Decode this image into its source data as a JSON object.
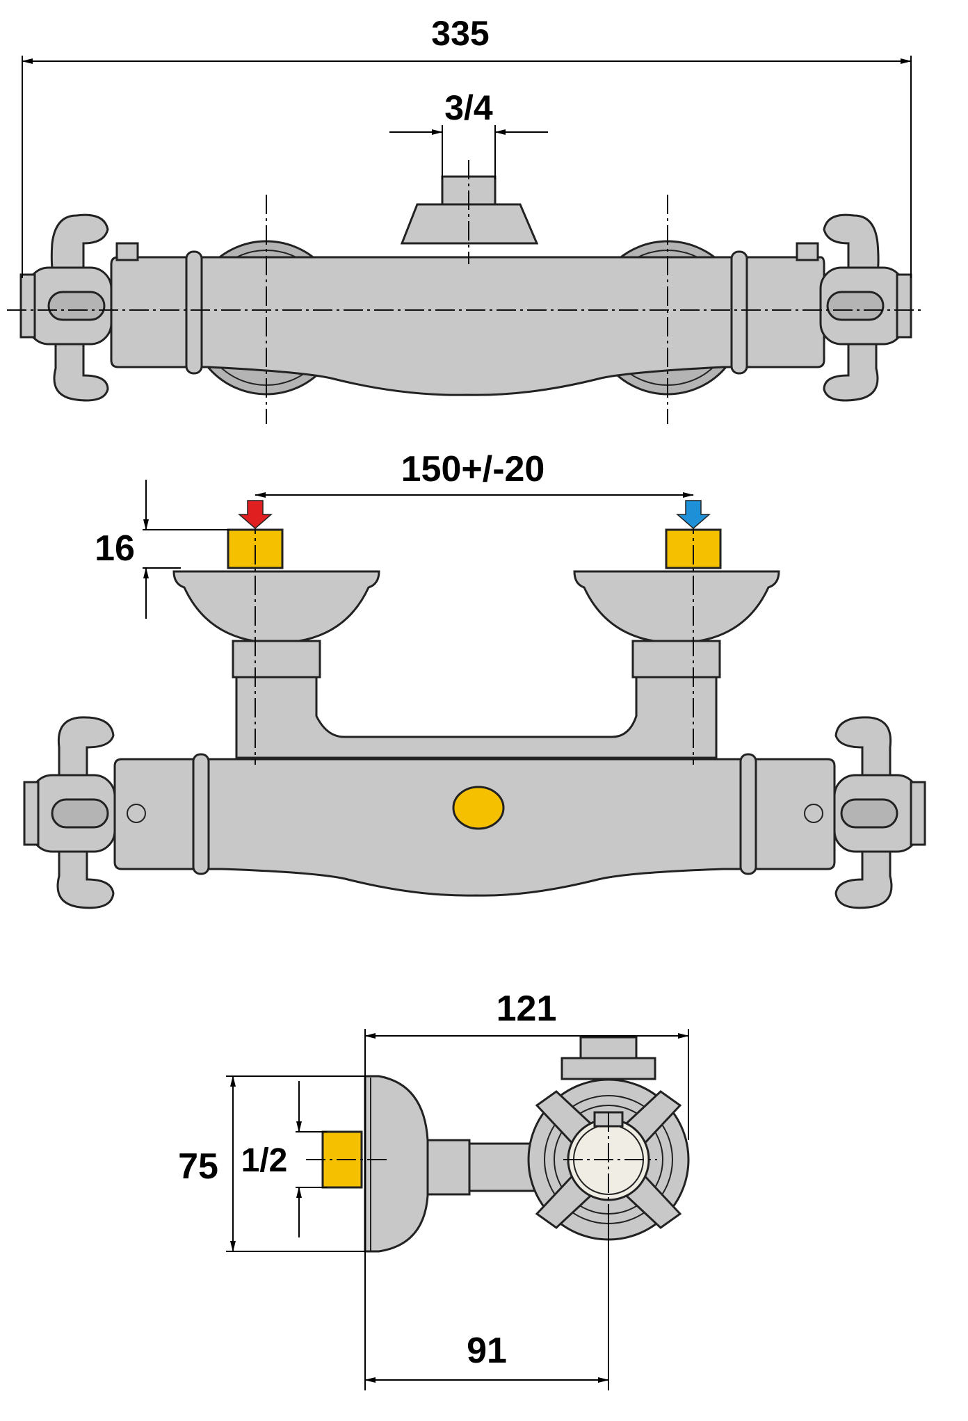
{
  "dimensions": {
    "overall_width": "335",
    "outlet_thread": "3/4",
    "inlet_spacing": "150+/-20",
    "eccentric_height": "16",
    "depth_total": "121",
    "depth_to_axis": "91",
    "height": "75",
    "inlet_thread": "1/2"
  },
  "colors": {
    "body": "#c8c8c8",
    "brass": "#f5c000",
    "hot_arrow": "#e02020",
    "cold_arrow": "#1e90d8"
  }
}
